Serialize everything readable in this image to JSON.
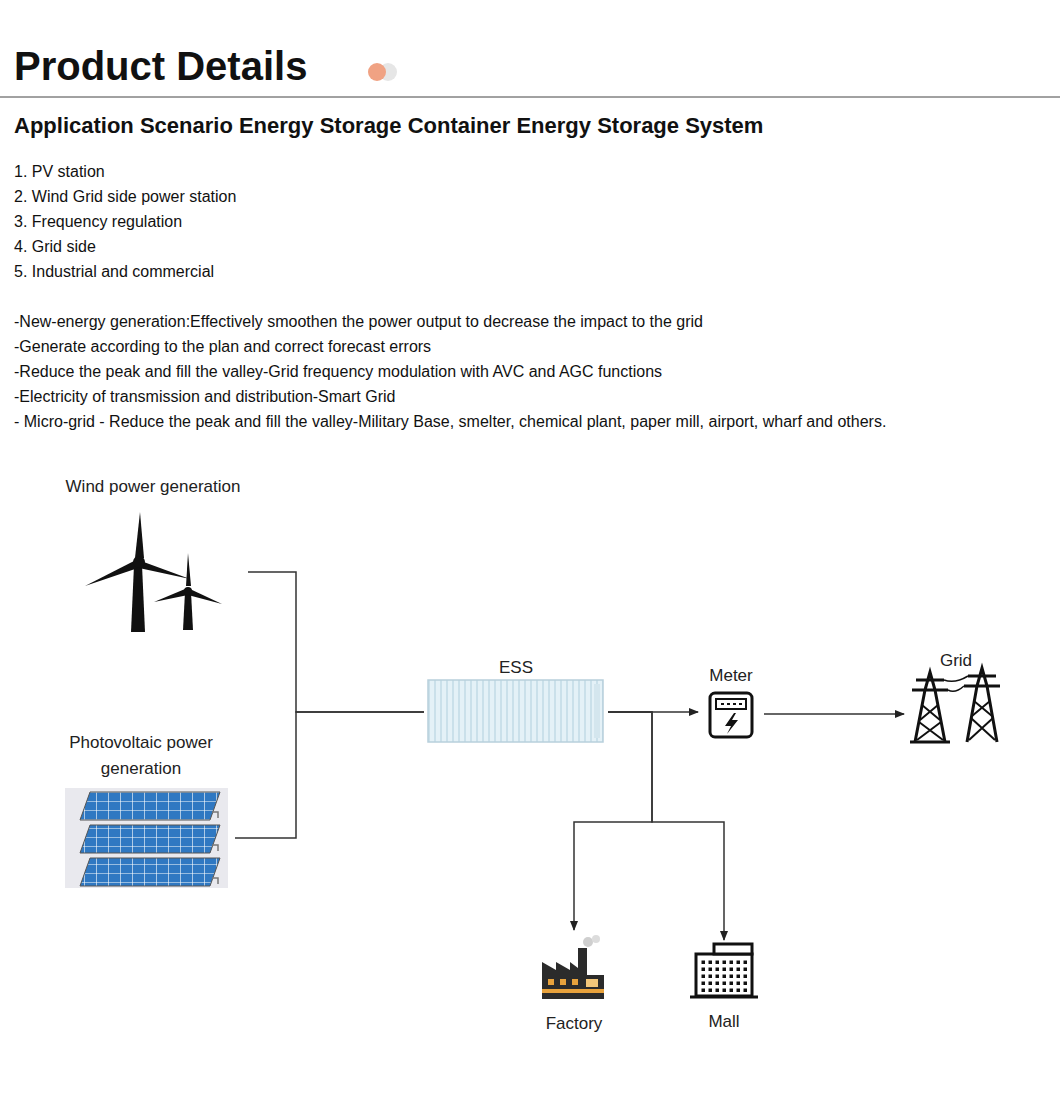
{
  "diagram": {
    "title": "Product Details",
    "nodes": [
      {
        "text": [
          "Wind power generation"
        ]
      },
      {
        "text": [
          "Photovoltaic power generation"
        ]
      },
      {
        "text": [
          "ESS"
        ]
      },
      {
        "text": [
          "Meter"
        ]
      },
      {
        "text": [
          "Grid"
        ]
      },
      {
        "text": [
          "Factory"
        ]
      },
      {
        "text": [
          "Mall"
        ]
      }
    ],
    "edges": [
      {
        "from": 0,
        "to": 2,
        "arrow": "none"
      },
      {
        "from": 1,
        "to": 2,
        "arrow": "none"
      },
      {
        "from": 2,
        "to": 3,
        "arrow": "to"
      },
      {
        "from": 3,
        "to": 4,
        "arrow": "to"
      },
      {
        "from": 2,
        "to": 5,
        "arrow": "to"
      },
      {
        "from": 2,
        "to": 6,
        "arrow": "to"
      }
    ],
    "labels": [
      "Application Scenario Energy Storage Container Energy Storage System",
      "1. PV station",
      "2. Wind Grid side power station",
      "3. Frequency regulation",
      "4. Grid side",
      "5. Industrial and commercial",
      "-New-energy generation:Effectively smoothen the power output to decrease the impact to the grid",
      "-Generate according to the plan and correct forecast errors",
      "-Reduce the peak and fill the valley-Grid frequency modulation with AVC and AGC functions",
      "-Electricity of transmission and distribution-Smart Grid",
      "- Micro-grid - Reduce the peak and fill the valley-Military Base, smelter, chemical plant, paper mill, airport, wharf and others."
    ]
  }
}
